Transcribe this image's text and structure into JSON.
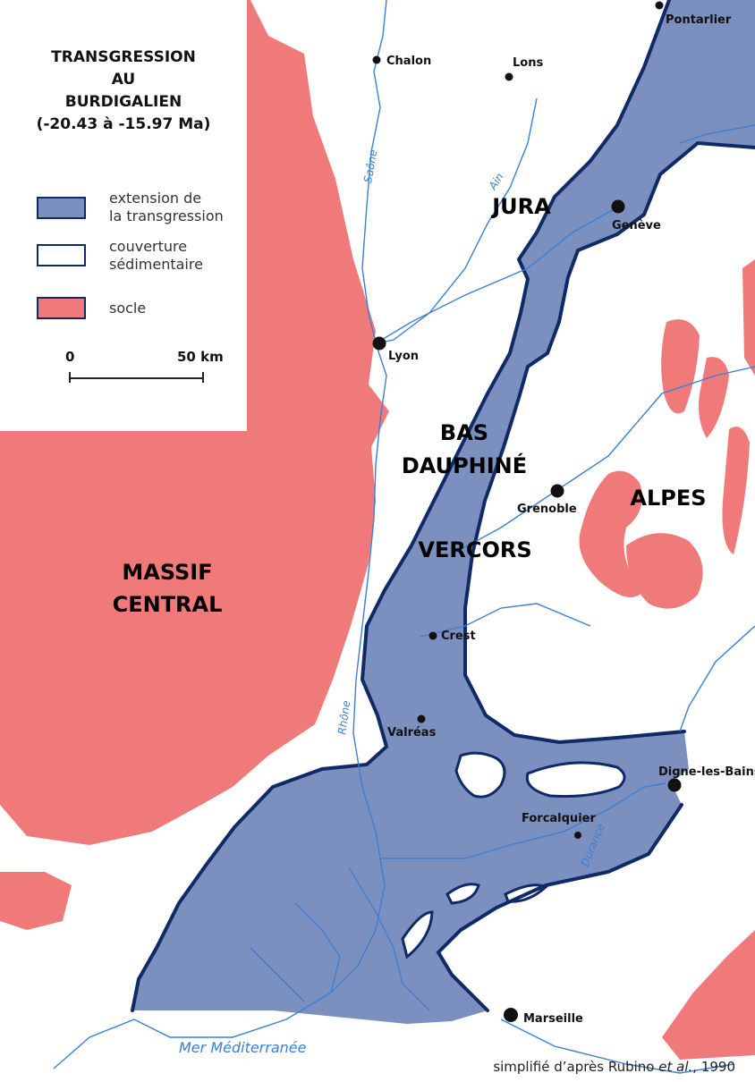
{
  "legend": {
    "title_line1": "TRANSGRESSION",
    "title_line2": "AU",
    "title_line3": "BURDIGALIEN",
    "title_line4": "(-20.43 à -15.97 Ma)",
    "items": [
      {
        "label_line1": "extension de",
        "label_line2": "la transgression",
        "color": "#7b90bf"
      },
      {
        "label_line1": "couverture",
        "label_line2": "sédimentaire",
        "color": "#ffffff"
      },
      {
        "label_line1": "socle",
        "label_line2": "",
        "color": "#f07a7a"
      }
    ],
    "scale": {
      "start": "0",
      "end": "50 km"
    }
  },
  "regions": {
    "jura": "JURA",
    "bas_dauphine_line1": "BAS",
    "bas_dauphine_line2": "DAUPHINÉ",
    "vercors": "VERCORS",
    "alpes": "ALPES",
    "massif_central_line1": "MASSIF",
    "massif_central_line2": "CENTRAL"
  },
  "cities": {
    "pontarlier": "Pontarlier",
    "chalon": "Chalon",
    "lons": "Lons",
    "geneve": "Genève",
    "lyon": "Lyon",
    "grenoble": "Grenoble",
    "crest": "Crest",
    "valreas": "Valréas",
    "digne": "Digne-les-Bains",
    "forcalquier": "Forcalquier",
    "marseille": "Marseille"
  },
  "water": {
    "saone": "Saône",
    "ain": "Ain",
    "rhone": "Rhône",
    "durance": "Durance",
    "sea": "Mer Méditerranée"
  },
  "credit": {
    "prefix": "simplifié d’après Rubino ",
    "italic": "et al.",
    "suffix": ", 1990"
  },
  "colors": {
    "socle": "#f07a7a",
    "transgression": "#7b90bf",
    "outline": "#0f2a66",
    "river": "#3b7fd6"
  }
}
